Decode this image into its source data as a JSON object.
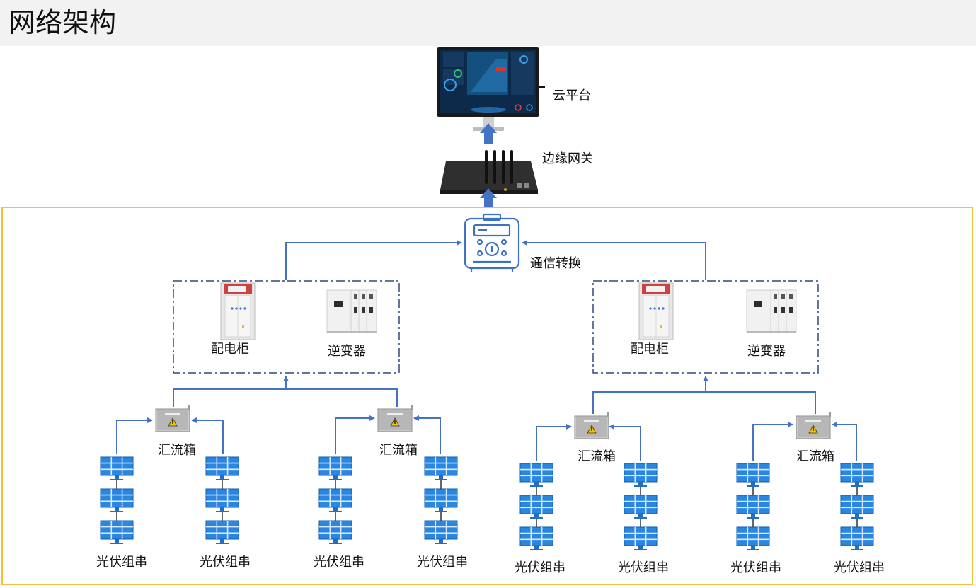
{
  "header": {
    "title": "网络架构"
  },
  "labels": {
    "cloud": "云平台",
    "gateway": "边缘网关",
    "converter": "通信转换",
    "cabinet": "配电柜",
    "inverter": "逆变器",
    "combiner": "汇流箱",
    "pv_string": "光伏组串"
  },
  "colors": {
    "line": "#4472c4",
    "frame": "#f0c23a",
    "dashed_group": "#2f4a7a",
    "panel": "#1f7ad6"
  },
  "icons": [
    "monitor-icon",
    "gateway-router-icon",
    "converter-device-icon",
    "cabinet-icon",
    "inverter-icon",
    "combiner-box-icon",
    "solar-panel-icon"
  ]
}
